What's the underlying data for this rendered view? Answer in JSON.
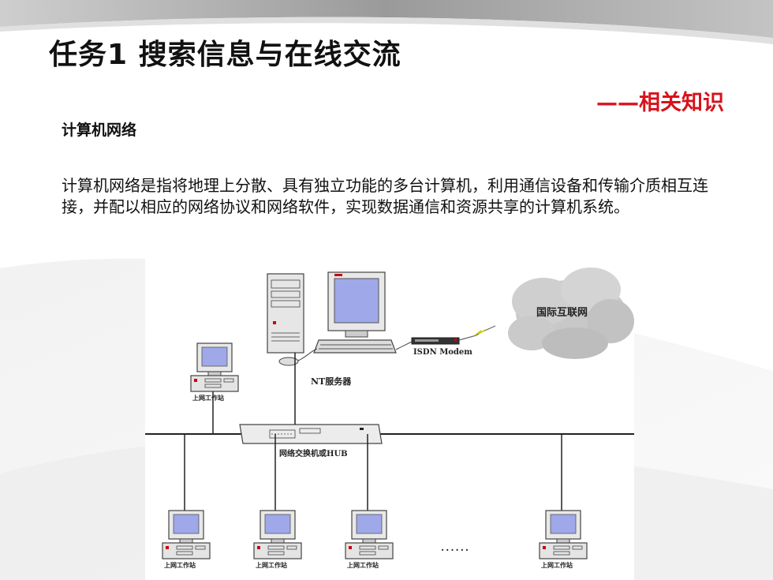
{
  "slide": {
    "title": "任务1  搜索信息与在线交流",
    "subtitle": "——相关知识",
    "section_heading": "计算机网络",
    "paragraph": "计算机网络是指将地理上分散、具有独立功能的多台计算机，利用通信设备和传输介质相互连接，并配以相应的网络协议和网络软件，实现数据通信和资源共享的计算机系统。"
  },
  "diagram": {
    "cloud_label": "国际互联网",
    "modem_label": "ISDN Modem",
    "server_label": "NT服务器",
    "switch_label": "网络交换机或HUB",
    "workstation_label": "上网工作站",
    "ellipsis": "......"
  },
  "colors": {
    "title": "#111111",
    "accent": "#d7121b",
    "screen": "#9fa8e8"
  }
}
